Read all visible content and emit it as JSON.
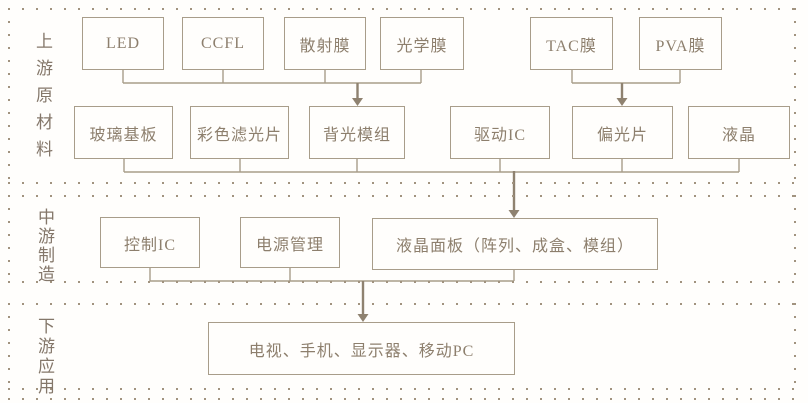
{
  "title": "LCD industry chain diagram",
  "palette": {
    "box_border": "#a89d8a",
    "text": "#8d7f6d",
    "section_label": "#84776a",
    "dots": "#a1937f",
    "arrow": "#8f8270",
    "background": "#fffefc"
  },
  "sections": [
    {
      "label": "上游原材料",
      "rows": [
        [
          "LED",
          "CCFL",
          "散射膜",
          "光学膜",
          "TAC膜",
          "PVA膜"
        ],
        [
          "玻璃基板",
          "彩色滤光片",
          "背光模组",
          "驱动IC",
          "偏光片",
          "液晶"
        ]
      ]
    },
    {
      "label": "中游制造",
      "rows": [
        [
          "控制IC",
          "电源管理",
          "液晶面板（阵列、成盒、模组）"
        ]
      ]
    },
    {
      "label": "下游应用",
      "rows": [
        [
          "电视、手机、显示器、移动PC"
        ]
      ]
    }
  ],
  "edges": [
    {
      "from": [
        "LED",
        "CCFL",
        "散射膜",
        "光学膜"
      ],
      "to": "背光模组"
    },
    {
      "from": [
        "TAC膜",
        "PVA膜"
      ],
      "to": "偏光片"
    },
    {
      "from": [
        "玻璃基板",
        "彩色滤光片",
        "背光模组",
        "驱动IC",
        "偏光片",
        "液晶"
      ],
      "to": "液晶面板（阵列、成盒、模组）"
    },
    {
      "from": [
        "控制IC",
        "电源管理",
        "液晶面板（阵列、成盒、模组）"
      ],
      "to": "电视、手机、显示器、移动PC"
    }
  ]
}
